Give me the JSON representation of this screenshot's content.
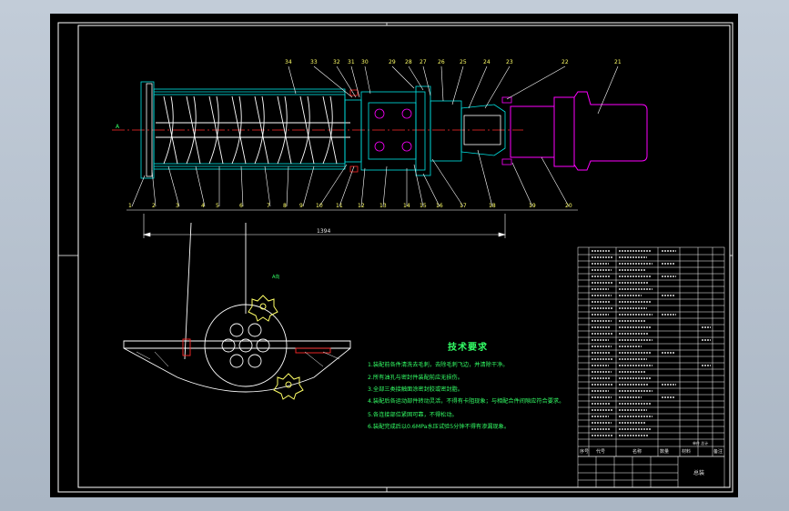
{
  "drawing": {
    "colors": {
      "background": "#000000",
      "outline": "#ffffff",
      "section": "#00e5e5",
      "centerline": "#ff2a2a",
      "motor": "#ff00ff",
      "leader": "#ffffff",
      "callout": "#ffff66",
      "notes": "#33ff66"
    },
    "callouts_top": [
      "34",
      "33",
      "32",
      "31",
      "30",
      "29",
      "28",
      "27",
      "26",
      "25",
      "24",
      "23",
      "22",
      "21"
    ],
    "callouts_bottom": [
      "1",
      "2",
      "3",
      "4",
      "5",
      "6",
      "7",
      "8",
      "9",
      "10",
      "11",
      "12",
      "13",
      "14",
      "15",
      "16",
      "17",
      "18",
      "19",
      "20"
    ],
    "overall_dimension": "1394",
    "section_mark": "A",
    "view_label": "A向"
  },
  "requirements": {
    "title": "技术要求",
    "items": [
      "1.装配前各件清洗去毛刺，去除毛刺飞边，并清除干净。",
      "2.所有油孔与密封件装配前应无损伤。",
      "3.全部三类接触面涂密封胶或密封脂。",
      "4.装配后各运动部件转动灵活，不得有卡阻现象；与相配合件间隙应符合要求。",
      "5.各连接部位紧固可靠，不得松动。",
      "6.装配完成后以0.6MPa水压试验5分钟不得有渗漏现象。"
    ]
  },
  "title_block": {
    "header": [
      "序号",
      "代号",
      "名称",
      "数量",
      "材料",
      "单件 总计",
      "备注"
    ],
    "name": "总装"
  }
}
